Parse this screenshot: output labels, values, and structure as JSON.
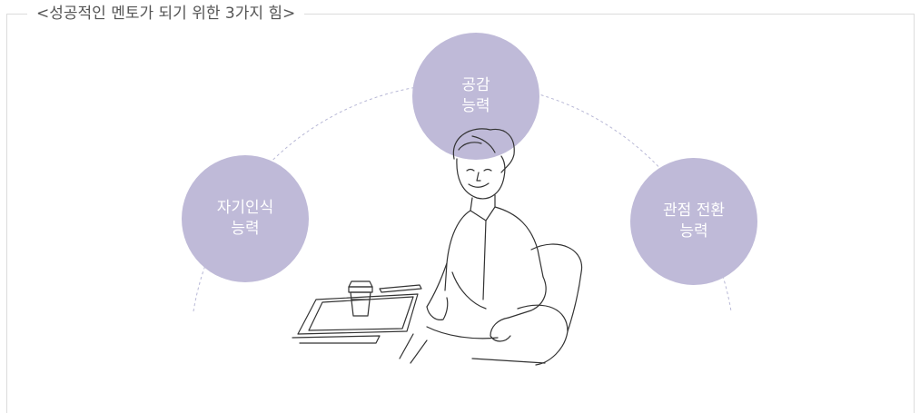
{
  "heading": "<성공적인 멘토가 되기 위한 3가지 힘>",
  "bubbles": {
    "empathy": {
      "line1": "공감",
      "line2": "능력"
    },
    "self_awareness": {
      "line1": "자기인식",
      "line2": "능력"
    },
    "perspective": {
      "line1": "관점 전환",
      "line2": "능력"
    }
  },
  "colors": {
    "bubble_fill": "#bfbad8",
    "bubble_text": "#ffffff",
    "frame_line": "#dcdcdc",
    "arc_line": "#b8b8d6",
    "heading_text": "#555555"
  },
  "illustration": {
    "icon": "seated-man-with-coffee-icon"
  }
}
